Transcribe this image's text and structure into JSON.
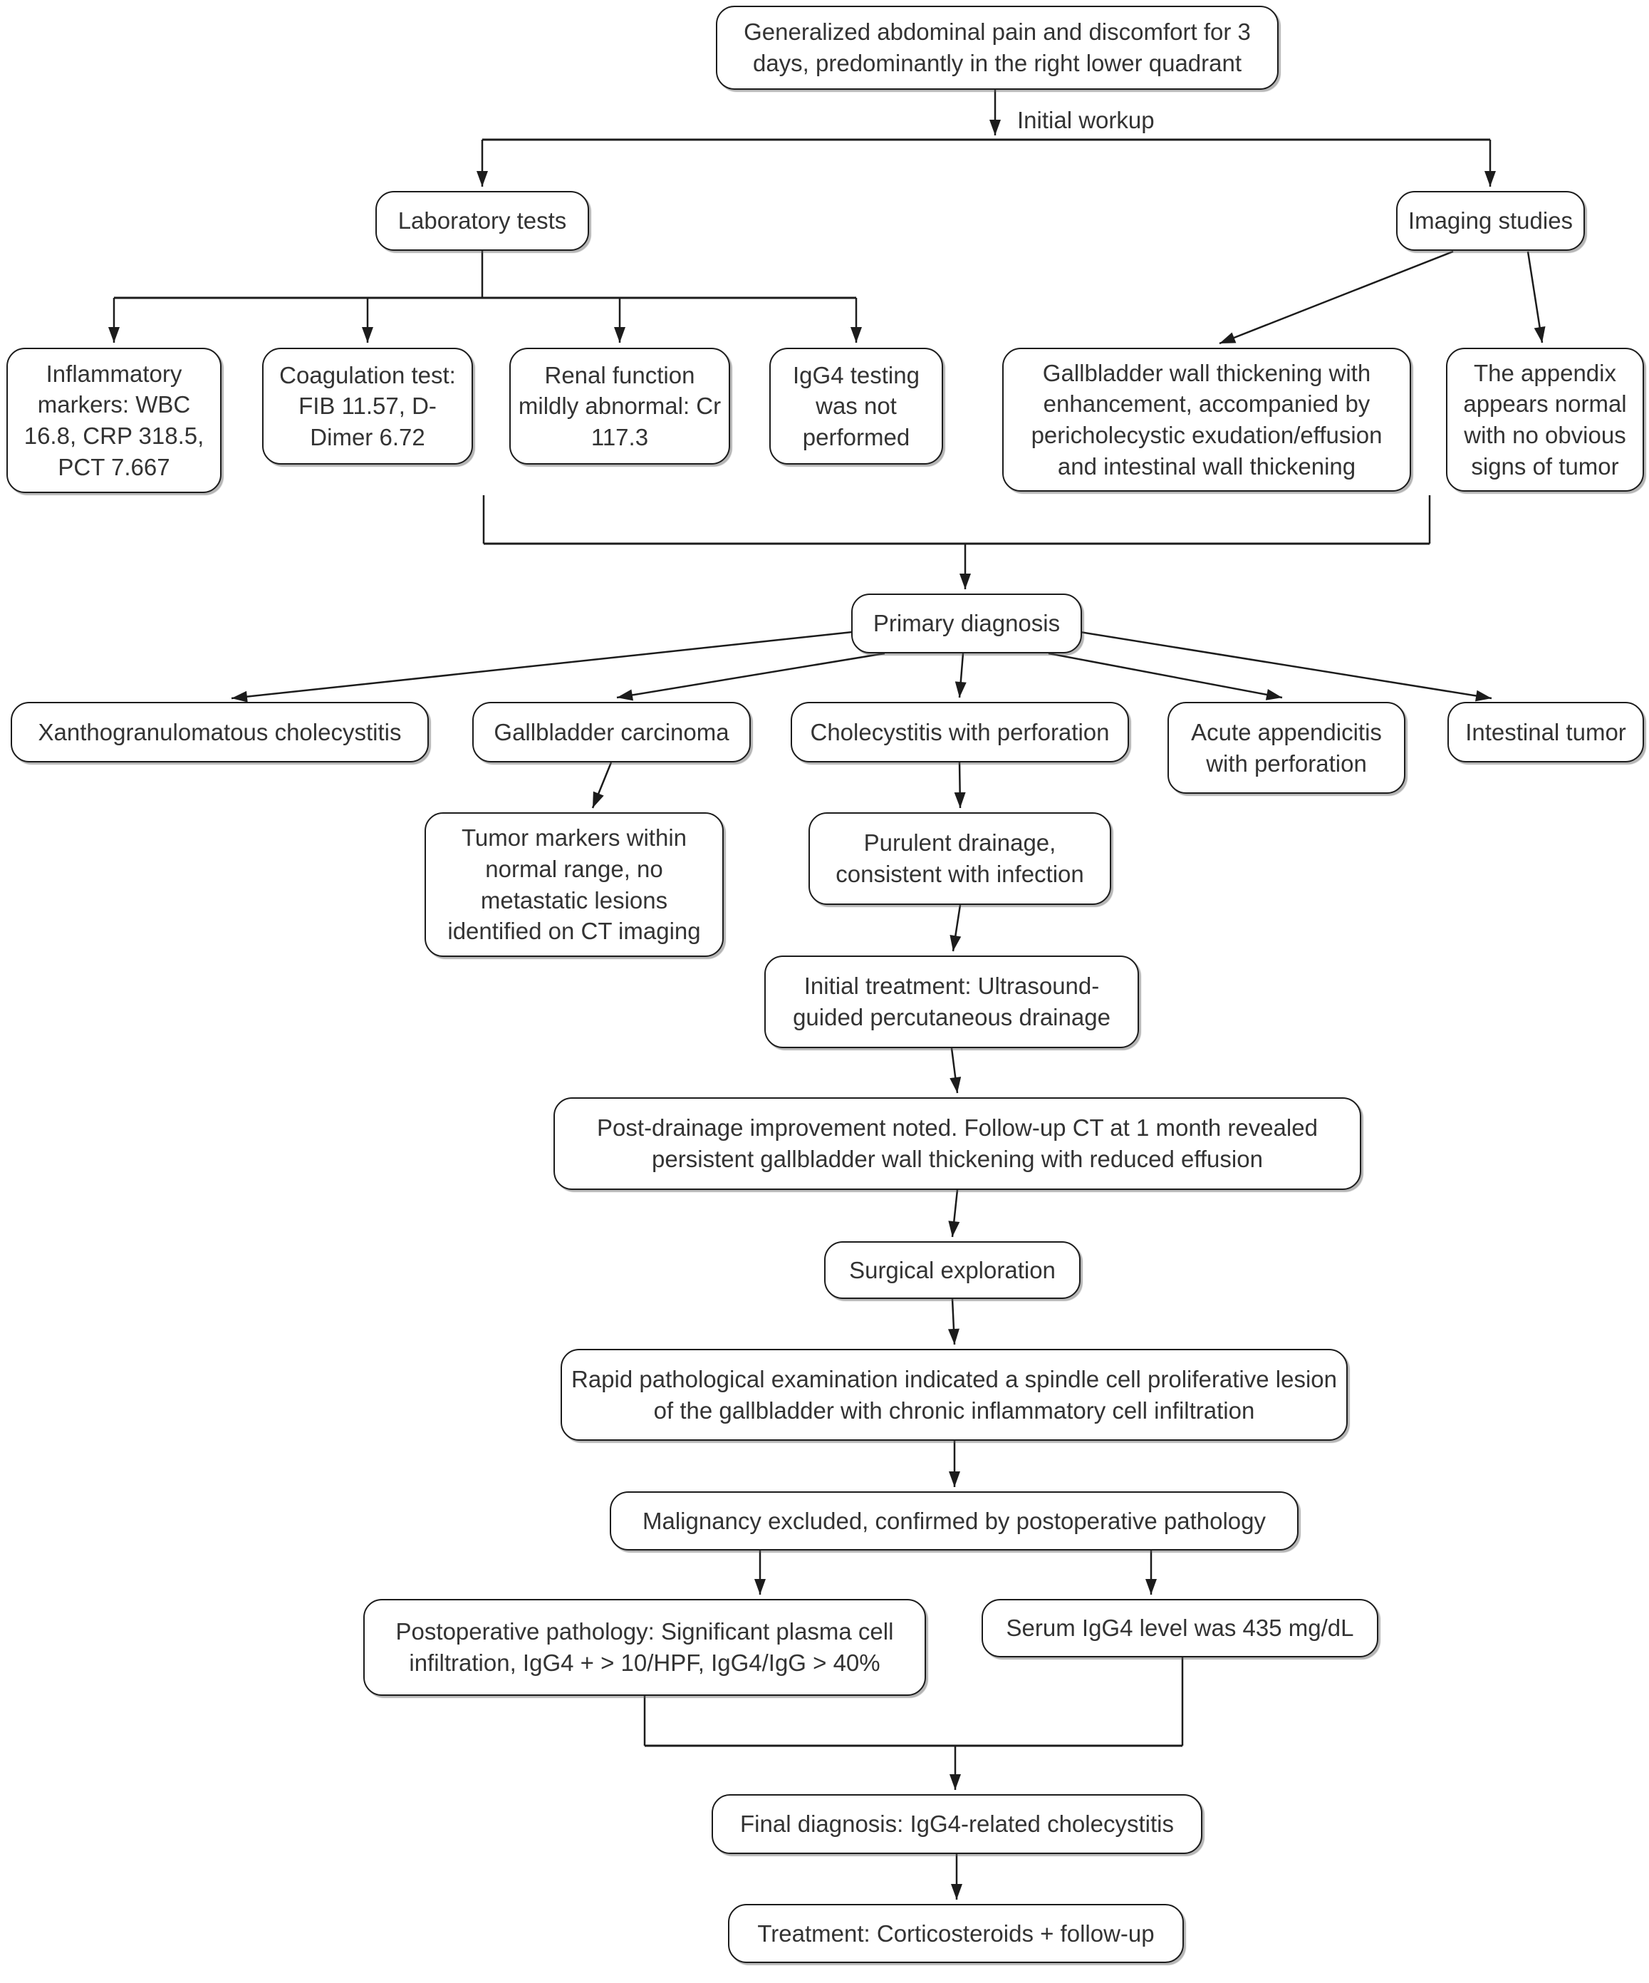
{
  "diagram": {
    "edge_label": "Initial workup",
    "colors": {
      "border": "#1c1c1c",
      "text": "#333333",
      "background": "#ffffff"
    },
    "nodes": [
      {
        "id": "symptoms",
        "label": "Generalized abdominal pain and discomfort for 3 days, predominantly in the right lower quadrant"
      },
      {
        "id": "lab-tests",
        "label": "Laboratory tests"
      },
      {
        "id": "imaging-studies",
        "label": "Imaging studies"
      },
      {
        "id": "inflammatory-markers",
        "label": "Inflammatory markers: WBC 16.8, CRP 318.5, PCT 7.667"
      },
      {
        "id": "coagulation-test",
        "label": "Coagulation test: FIB 11.57, D-Dimer 6.72"
      },
      {
        "id": "renal-function",
        "label": "Renal function mildly abnormal: Cr 117.3"
      },
      {
        "id": "igg4-testing",
        "label": "IgG4 testing was not performed"
      },
      {
        "id": "gallbladder-imaging",
        "label": "Gallbladder wall thickening with enhancement, accompanied by pericholecystic exudation/effusion and intestinal wall thickening"
      },
      {
        "id": "appendix-normal",
        "label": "The appendix appears normal with no obvious signs of tumor"
      },
      {
        "id": "primary-diagnosis",
        "label": "Primary diagnosis"
      },
      {
        "id": "xanthogranulomatous",
        "label": "Xanthogranulomatous cholecystitis"
      },
      {
        "id": "gallbladder-carcinoma",
        "label": "Gallbladder carcinoma"
      },
      {
        "id": "cholecystitis-perforation",
        "label": "Cholecystitis with perforation"
      },
      {
        "id": "acute-appendicitis",
        "label": "Acute appendicitis with perforation"
      },
      {
        "id": "intestinal-tumor",
        "label": "Intestinal tumor"
      },
      {
        "id": "tumor-markers",
        "label": "Tumor markers within normal range, no metastatic lesions identified on CT imaging"
      },
      {
        "id": "purulent-drainage",
        "label": "Purulent drainage, consistent with infection"
      },
      {
        "id": "initial-treatment",
        "label": "Initial treatment: Ultrasound-guided percutaneous drainage"
      },
      {
        "id": "post-drainage",
        "label": "Post-drainage improvement noted. Follow-up CT at 1 month revealed persistent gallbladder wall thickening with reduced effusion"
      },
      {
        "id": "surgical-exploration",
        "label": "Surgical exploration"
      },
      {
        "id": "rapid-pathology",
        "label": "Rapid pathological examination indicated a spindle cell proliferative lesion of the gallbladder with chronic inflammatory cell infiltration"
      },
      {
        "id": "malignancy-excluded",
        "label": "Malignancy excluded, confirmed by postoperative pathology"
      },
      {
        "id": "postoperative-pathology",
        "label": "Postoperative pathology: Significant plasma cell infiltration, IgG4 + > 10/HPF, IgG4/IgG > 40%"
      },
      {
        "id": "serum-igg4",
        "label": "Serum IgG4 level was 435 mg/dL"
      },
      {
        "id": "final-diagnosis",
        "label": "Final diagnosis: IgG4-related cholecystitis"
      },
      {
        "id": "treatment",
        "label": "Treatment: Corticosteroids + follow-up"
      }
    ]
  }
}
